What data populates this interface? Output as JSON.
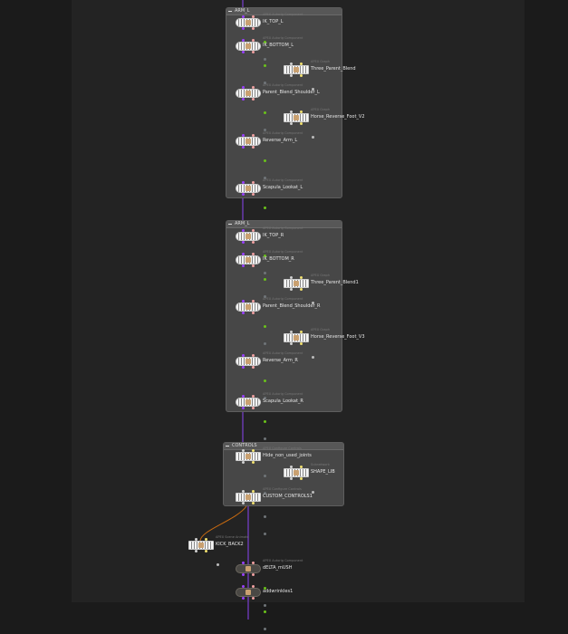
{
  "networks": [
    {
      "title": "ARM_L",
      "nodes": [
        {
          "label": "IK_TOP_L",
          "type": "APEX Autorig Component"
        },
        {
          "label": "IK_BOTTOM_L",
          "type": "APEX Autorig Component"
        },
        {
          "label": "Three_Parent_Blend",
          "type": "APEX Graph"
        },
        {
          "label": "Parent_Blend_Shoulder_L",
          "type": "APEX Autorig Component"
        },
        {
          "label": "Horse_Reverse_Foot_V2",
          "type": "APEX Graph"
        },
        {
          "label": "Reverse_Arm_L",
          "type": "APEX Autorig Component"
        },
        {
          "label": "Scapula_Lookat_L",
          "type": "APEX Autorig Component"
        }
      ]
    },
    {
      "title": "ARM_L",
      "nodes": [
        {
          "label": "IK_TOP_R",
          "type": "APEX Autorig Component"
        },
        {
          "label": "IK_BOTTOM_R",
          "type": "APEX Autorig Component"
        },
        {
          "label": "Three_Parent_Blend1",
          "type": "APEX Graph"
        },
        {
          "label": "Parent_Blend_Shoulder_R",
          "type": "APEX Autorig Component"
        },
        {
          "label": "Horse_Reverse_Foot_V3",
          "type": "APEX Graph"
        },
        {
          "label": "Reverse_Arm_R",
          "type": "APEX Autorig Component"
        },
        {
          "label": "Scapula_Lookat_R",
          "type": "APEX Autorig Component"
        }
      ]
    },
    {
      "title": "CONTROLS",
      "nodes": [
        {
          "label": "Hide_non_used_joints",
          "type": "APEX Configure Controls"
        },
        {
          "label": "SHAPE_LIB",
          "type": "Subnetwork"
        },
        {
          "label": "CUSTOM_CONTROLS1",
          "type": "APEX Configure Controls"
        }
      ]
    }
  ],
  "free_nodes": [
    {
      "label": "KICK_BACK2",
      "type": "APEX Scene Animate"
    },
    {
      "label": "dELTA_mUSH",
      "type": "APEX Autorig Component"
    },
    {
      "label": "addwrinkles1",
      "type": ""
    }
  ],
  "colors": {
    "wire_main": "#7a3fd0",
    "wire_orange": "#c86a10",
    "wire_gray": "#a09080",
    "flag_green": "#6ac21a",
    "flag_gray": "#6f7478"
  }
}
